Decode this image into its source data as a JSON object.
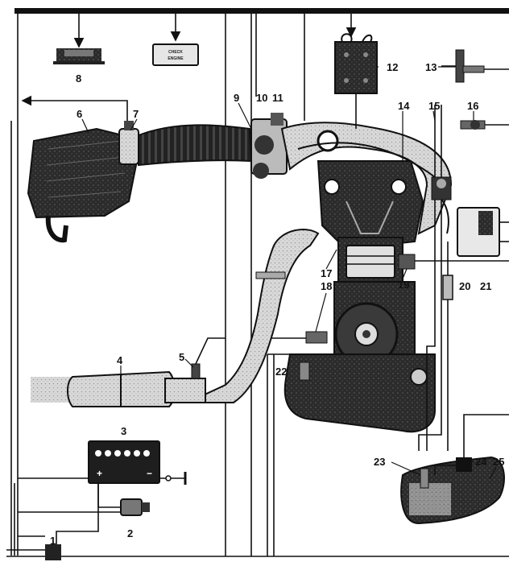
{
  "callouts": [
    "1",
    "2",
    "3",
    "4",
    "5",
    "6",
    "7",
    "8",
    "9",
    "10",
    "11",
    "12",
    "13",
    "14",
    "15",
    "16",
    "17",
    "18",
    "19",
    "20",
    "21",
    "22",
    "23",
    "24",
    "25"
  ],
  "lamp_label": {
    "line1": "CHECK",
    "line2": "ENGINE"
  },
  "battery": {
    "plus": "+",
    "minus": "−"
  }
}
